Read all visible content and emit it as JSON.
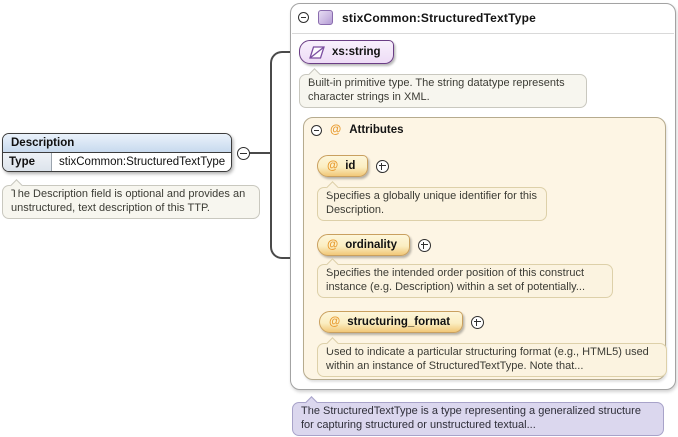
{
  "element": {
    "name": "Description",
    "type_label": "Type",
    "type_value": "stixCommon:StructuredTextType",
    "annotation": "The Description field is optional and provides an unstructured, text description of this TTP."
  },
  "type_panel": {
    "title": "stixCommon:StructuredTextType",
    "base_type": {
      "name": "xs:string",
      "annotation": "Built-in primitive type. The string datatype represents character strings in XML."
    },
    "attributes": {
      "title": "Attributes",
      "at_sign": "@",
      "items": [
        {
          "name": "id",
          "annotation": "Specifies a globally unique identifier for this Description."
        },
        {
          "name": "ordinality",
          "annotation": "Specifies the intended order position of this construct instance (e.g. Description) within a set of potentially..."
        },
        {
          "name": "structuring_format",
          "annotation": "Used to indicate a particular structuring format (e.g., HTML5) used within an instance of StructuredTextType. Note that..."
        }
      ]
    },
    "annotation": "The StructuredTextType is a type representing a generalized structure for capturing structured or unstructured textual..."
  },
  "colors": {
    "simple_type_border": "#6a3d85",
    "simple_type_fill": "#eedcf6",
    "attribute_accent": "#e89b30",
    "attribute_badge_fill": "#f2c878",
    "attributes_panel_bg": "#fdf5e4",
    "footer_note_bg": "#dbd7ee",
    "element_header_bg": "#c8daee",
    "connector": "#4a4a4a"
  }
}
